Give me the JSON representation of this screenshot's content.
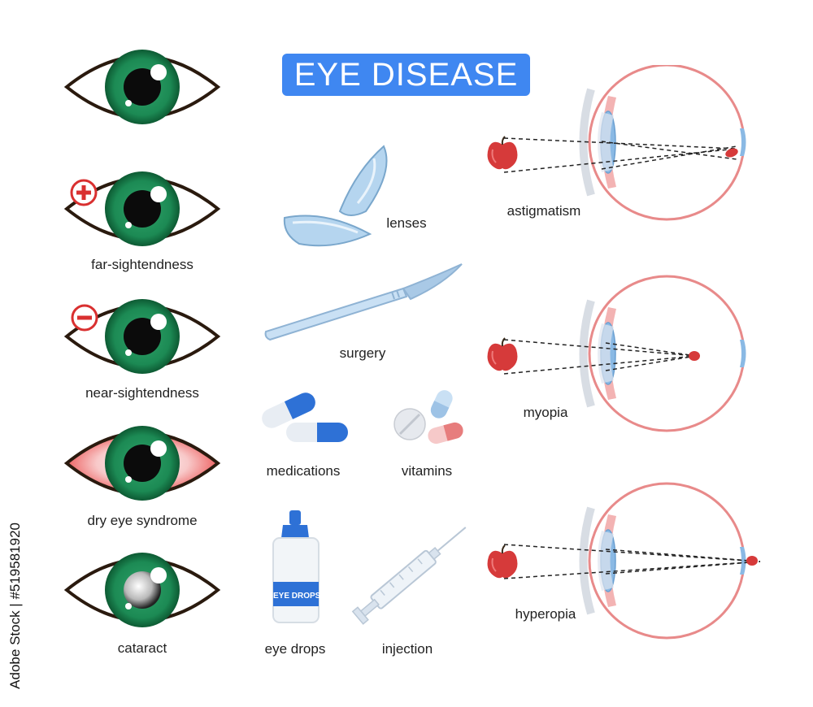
{
  "title": "EYE DISEASE",
  "eyes": [
    {
      "label": "",
      "mark": "none"
    },
    {
      "label": "far-sightendness",
      "mark": "plus"
    },
    {
      "label": "near-sightendness",
      "mark": "minus"
    },
    {
      "label": "dry eye syndrome",
      "mark": "red"
    },
    {
      "label": "cataract",
      "mark": "cataract"
    }
  ],
  "treatments": {
    "lenses": "lenses",
    "surgery": "surgery",
    "medications": "medications",
    "vitamins": "vitamins",
    "eye_drops": "eye drops",
    "injection": "injection",
    "bottle_text": "EYE DROPS"
  },
  "conditions": {
    "astigmatism": "astigmatism",
    "myopia": "myopia",
    "hyperopia": "hyperopia"
  },
  "watermark": "Adobe Stock | #519581920",
  "colors": {
    "title_bg": "#3f87f1",
    "iris": "#1c8a54",
    "iris_dark": "#0d5a33",
    "apple": "#d63a3a",
    "lens_blue": "#a9cdeb"
  }
}
